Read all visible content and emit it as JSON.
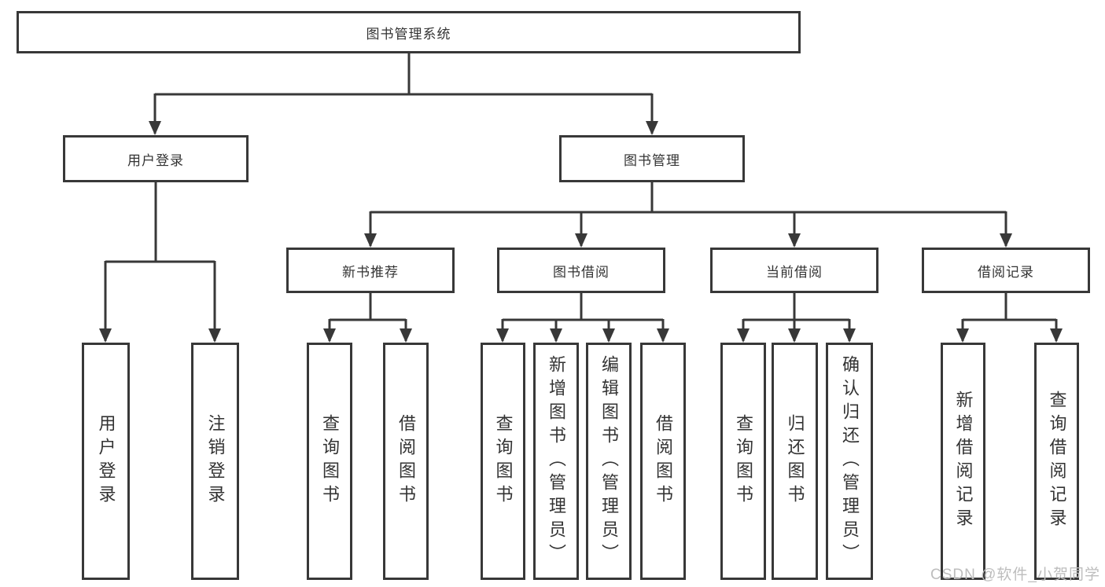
{
  "diagram": {
    "root": {
      "label": "图书管理系统"
    },
    "branches": [
      {
        "label": "用户登录",
        "children": [
          {
            "label": "用户登录"
          },
          {
            "label": "注销登录"
          }
        ]
      },
      {
        "label": "图书管理",
        "children": [
          {
            "label": "新书推荐",
            "children": [
              {
                "label": "查询图书"
              },
              {
                "label": "借阅图书"
              }
            ]
          },
          {
            "label": "图书借阅",
            "children": [
              {
                "label": "查询图书"
              },
              {
                "label": "新增图书（管理员）"
              },
              {
                "label": "编辑图书（管理员）"
              },
              {
                "label": "借阅图书"
              }
            ]
          },
          {
            "label": "当前借阅",
            "children": [
              {
                "label": "查询图书"
              },
              {
                "label": "归还图书"
              },
              {
                "label": "确认归还（管理员）"
              }
            ]
          },
          {
            "label": "借阅记录",
            "children": [
              {
                "label": "新增借阅记录"
              },
              {
                "label": "查询借阅记录"
              }
            ]
          }
        ]
      }
    ]
  },
  "watermark": {
    "text": "CSDN @软件_小贺同学",
    "color": "#bdbdbd"
  },
  "colors": {
    "line": "#383838",
    "box_border": "#383838",
    "text": "#333333",
    "background": "#ffffff"
  }
}
